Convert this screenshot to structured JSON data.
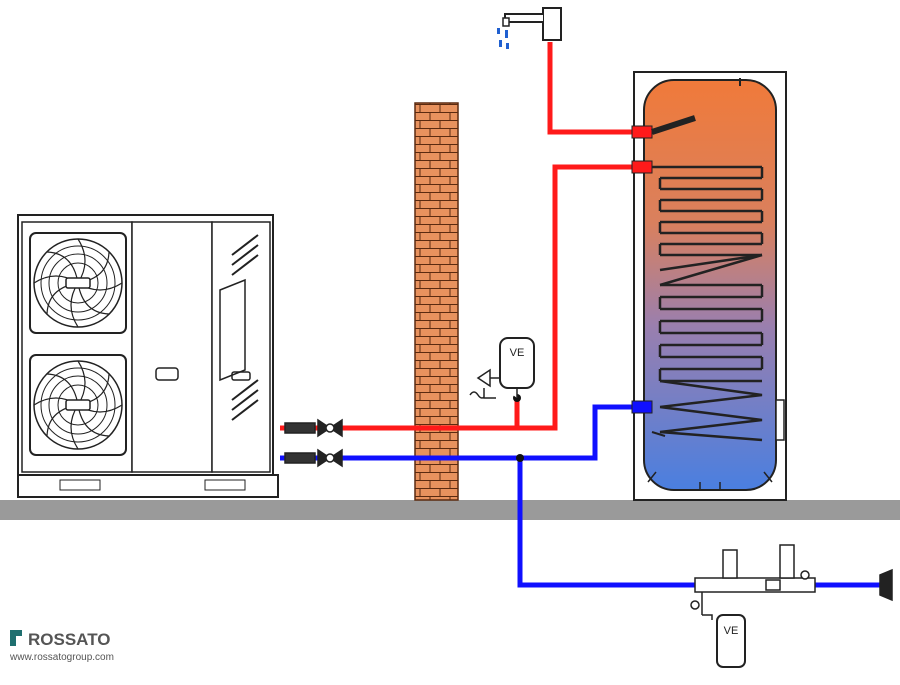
{
  "vessel_labels": {
    "ve_upper": "VE",
    "ve_lower": "VE"
  },
  "logo": {
    "brand": "ROSSATO",
    "website": "www.rossatogroup.com"
  },
  "colors": {
    "hot_pipe": "#ff1a1a",
    "cold_pipe": "#1010ff",
    "floor": "#9a9a9a",
    "brick": "#e8925e",
    "tank_top": "#f07a3a",
    "tank_bottom": "#4a7fe0",
    "brand": "#555555"
  },
  "icons": [
    "fan-icon",
    "water-tap-icon",
    "water-drops-icon",
    "brick-wall",
    "valve-icon"
  ]
}
